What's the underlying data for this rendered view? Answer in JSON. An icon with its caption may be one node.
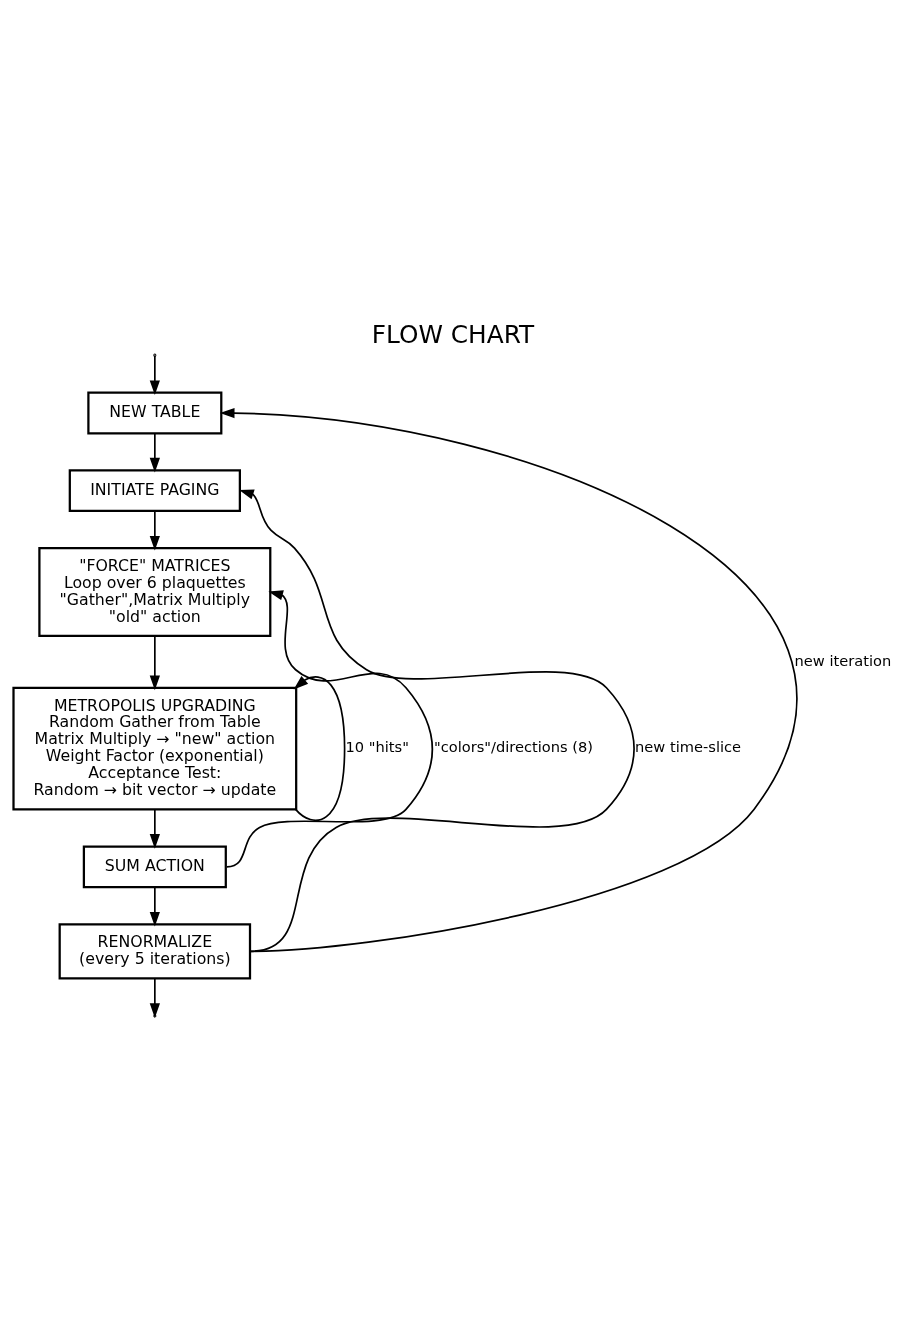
{
  "diagram": {
    "title": "FLOW CHART",
    "nodes": [
      {
        "text": [
          "NEW TABLE"
        ]
      },
      {
        "text": [
          "INITIATE PAGING"
        ]
      },
      {
        "text": [
          "\"FORCE\" MATRICES",
          "Loop over 6 plaquettes",
          "\"Gather\",Matrix Multiply",
          "\"old\" action"
        ]
      },
      {
        "text": [
          "METROPOLIS UPGRADING",
          "Random Gather from Table",
          "Matrix Multiply → \"new\" action",
          "Weight Factor (exponential)",
          "Acceptance Test:",
          "Random → bit vector → update"
        ]
      },
      {
        "text": [
          "SUM ACTION"
        ]
      },
      {
        "text": [
          "RENORMALIZE",
          "(every 5 iterations)"
        ]
      }
    ],
    "edges": [
      {
        "from": null,
        "to": 0,
        "arrow": "to"
      },
      {
        "from": 5,
        "to": 0,
        "arrow": "to",
        "label": "new iteration"
      },
      {
        "from": 0,
        "to": 1,
        "arrow": "to"
      },
      {
        "from": 5,
        "to": 1,
        "arrow": "to",
        "label": "new time-slice"
      },
      {
        "from": 1,
        "to": 2,
        "arrow": "to"
      },
      {
        "from": 4,
        "to": 2,
        "arrow": "to",
        "label": "\"colors\"/directions (8)"
      },
      {
        "from": 2,
        "to": 3,
        "arrow": "to"
      },
      {
        "from": 3,
        "to": 3,
        "arrow": "to",
        "label": "10 \"hits\""
      },
      {
        "from": 3,
        "to": 4,
        "arrow": "to"
      },
      {
        "from": 4,
        "to": 5,
        "arrow": "to"
      },
      {
        "from": 5,
        "to": null,
        "arrow": "to"
      }
    ]
  }
}
